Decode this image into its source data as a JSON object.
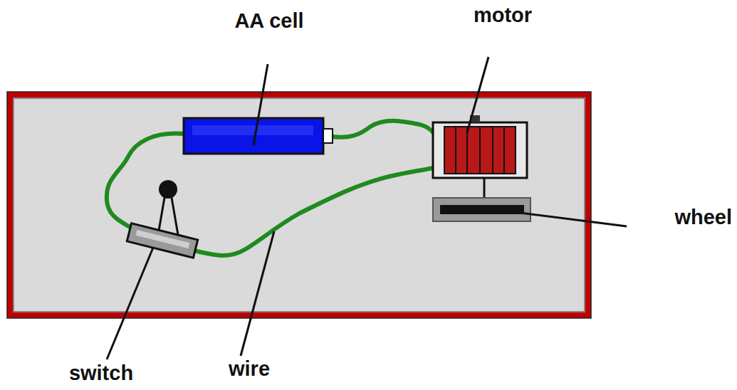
{
  "diagram": {
    "labels": [
      "AA cell",
      "motor",
      "wheel",
      "switch",
      "wire"
    ]
  }
}
